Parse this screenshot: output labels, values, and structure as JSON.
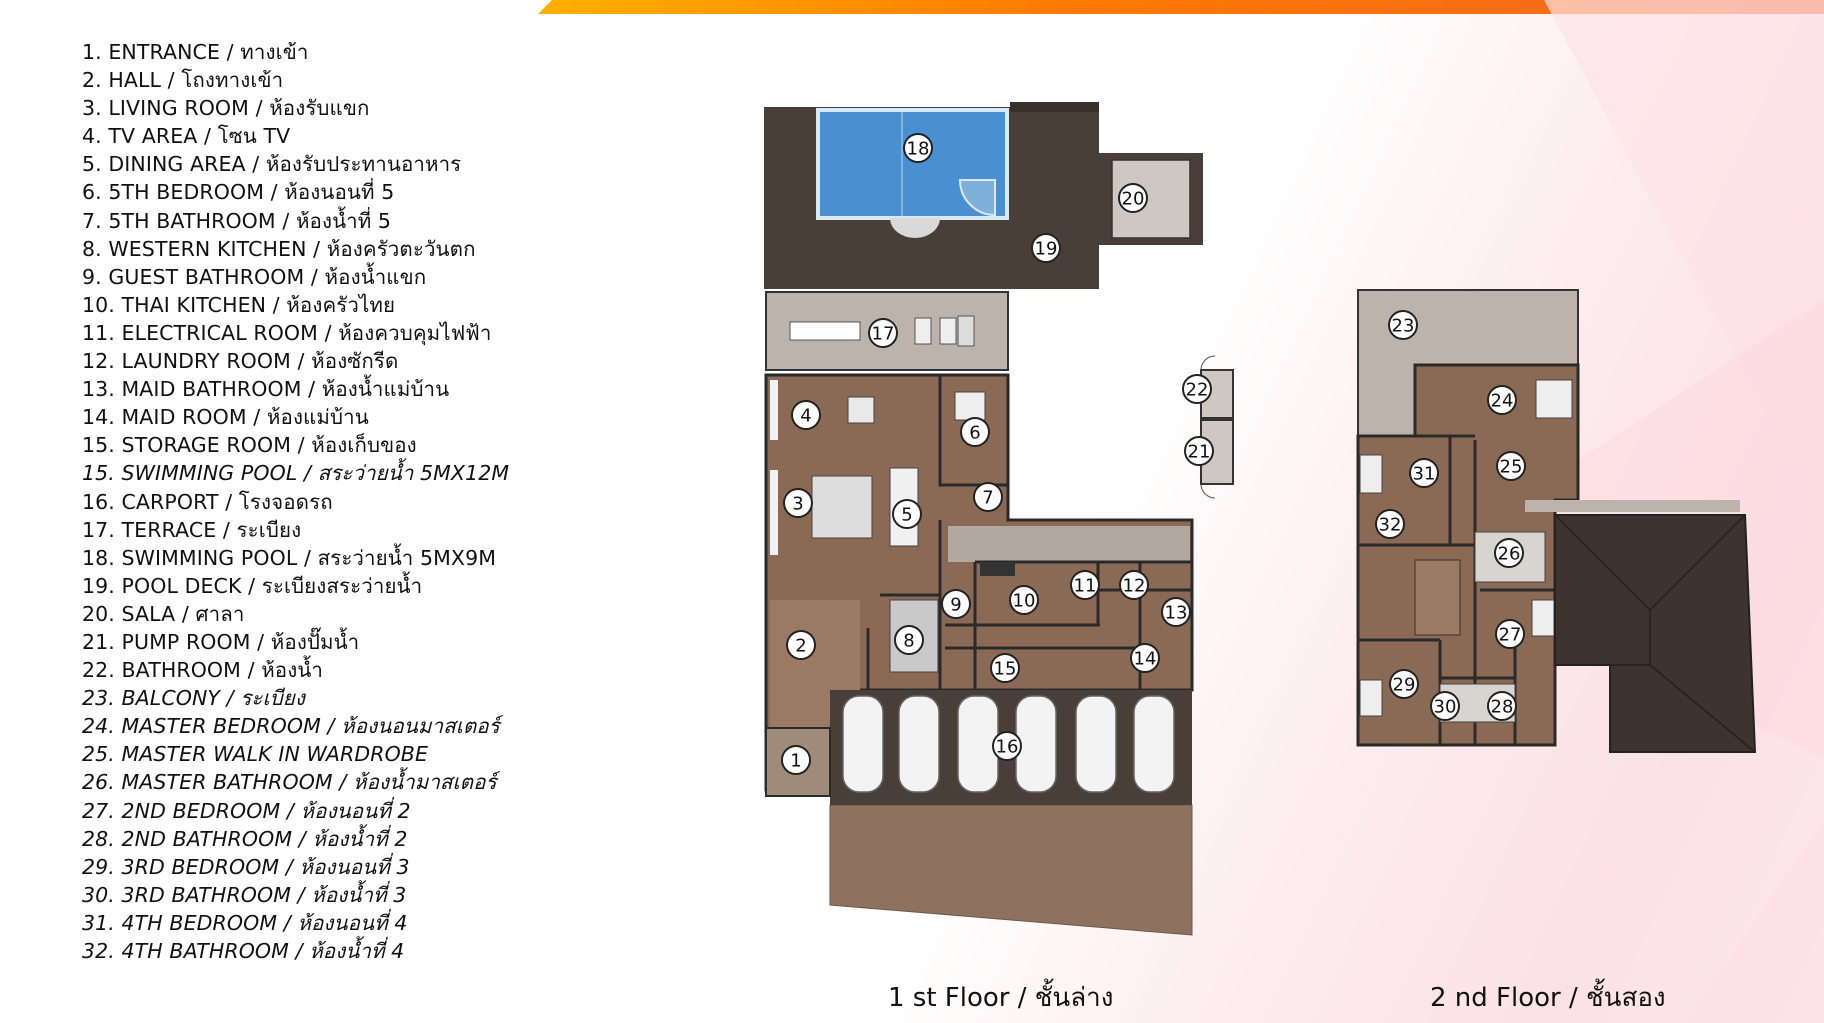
{
  "legend": [
    {
      "text": "1. ENTRANCE / ทางเข้า",
      "italic": false
    },
    {
      "text": "2. HALL / โถงทางเข้า",
      "italic": false
    },
    {
      "text": "3. LIVING ROOM / ห้องรับแขก",
      "italic": false
    },
    {
      "text": "4. TV AREA / โซน TV",
      "italic": false
    },
    {
      "text": "5. DINING AREA / ห้องรับประทานอาหาร",
      "italic": false
    },
    {
      "text": "6. 5TH BEDROOM / ห้องนอนที่ 5",
      "italic": false
    },
    {
      "text": "7. 5TH BATHROOM / ห้องน้ำที่ 5",
      "italic": false
    },
    {
      "text": "8. WESTERN KITCHEN / ห้องครัวตะวันตก",
      "italic": false
    },
    {
      "text": "9. GUEST BATHROOM / ห้องน้ำแขก",
      "italic": false
    },
    {
      "text": "10. THAI KITCHEN / ห้องครัวไทย",
      "italic": false
    },
    {
      "text": "11. ELECTRICAL ROOM / ห้องควบคุมไฟฟ้า",
      "italic": false
    },
    {
      "text": "12. LAUNDRY ROOM / ห้องซักรีด",
      "italic": false
    },
    {
      "text": "13. MAID BATHROOM / ห้องน้ำแม่บ้าน",
      "italic": false
    },
    {
      "text": "14. MAID ROOM / ห้องแม่บ้าน",
      "italic": false
    },
    {
      "text": "15. STORAGE ROOM / ห้องเก็บของ",
      "italic": false
    },
    {
      "text": "15. SWIMMING POOL / สระว่ายน้ำ 5MX12M",
      "italic": true
    },
    {
      "text": "16. CARPORT / โรงจอดรถ",
      "italic": false
    },
    {
      "text": "17. TERRACE / ระเบียง",
      "italic": false
    },
    {
      "text": "18. SWIMMING POOL / สระว่ายน้ำ 5MX9M",
      "italic": false
    },
    {
      "text": "19. POOL DECK / ระเบียงสระว่ายน้ำ",
      "italic": false
    },
    {
      "text": "20. SALA / ศาลา",
      "italic": false
    },
    {
      "text": "21. PUMP ROOM / ห้องปั๊มน้ำ",
      "italic": false
    },
    {
      "text": "22. BATHROOM / ห้องน้ำ",
      "italic": false
    },
    {
      "text": "23. BALCONY / ระเบียง",
      "italic": true
    },
    {
      "text": "24. MASTER BEDROOM / ห้องนอนมาสเตอร์",
      "italic": true
    },
    {
      "text": "25. MASTER WALK IN WARDROBE",
      "italic": true
    },
    {
      "text": "26. MASTER BATHROOM / ห้องน้ำมาสเตอร์",
      "italic": true
    },
    {
      "text": "27. 2ND BEDROOM / ห้องนอนที่ 2",
      "italic": true
    },
    {
      "text": "28. 2ND BATHROOM / ห้องน้ำที่ 2",
      "italic": true
    },
    {
      "text": "29. 3RD BEDROOM / ห้องนอนที่ 3",
      "italic": true
    },
    {
      "text": "30. 3RD BATHROOM / ห้องน้ำที่ 3",
      "italic": true
    },
    {
      "text": "31. 4TH BEDROOM / ห้องนอนที่ 4",
      "italic": true
    },
    {
      "text": "32. 4TH BATHROOM / ห้องน้ำที่ 4",
      "italic": true
    }
  ],
  "captions": {
    "first_floor": "1 st Floor / ชั้นล่าง",
    "second_floor": "2 nd Floor / ชั้นสอง"
  },
  "room_labels": {
    "r1": "1",
    "r2": "2",
    "r3": "3",
    "r4": "4",
    "r5": "5",
    "r6": "6",
    "r7": "7",
    "r8": "8",
    "r9": "9",
    "r10": "10",
    "r11": "11",
    "r12": "12",
    "r13": "13",
    "r14": "14",
    "r15": "15",
    "r16": "16",
    "r17": "17",
    "r18": "18",
    "r19": "19",
    "r20": "20",
    "r21": "21",
    "r22": "22",
    "r23": "23",
    "r24": "24",
    "r25": "25",
    "r26": "26",
    "r27": "27",
    "r28": "28",
    "r29": "29",
    "r30": "30",
    "r31": "31",
    "r32": "32"
  },
  "colors": {
    "accent_bar": "#f26522",
    "wood_floor": "#8a6a55",
    "deck": "#4a3e38",
    "pool": "#4a8fd0",
    "terrace": "#bdb3ab",
    "roof": "#3d3430",
    "driveway": "#8e7260"
  }
}
